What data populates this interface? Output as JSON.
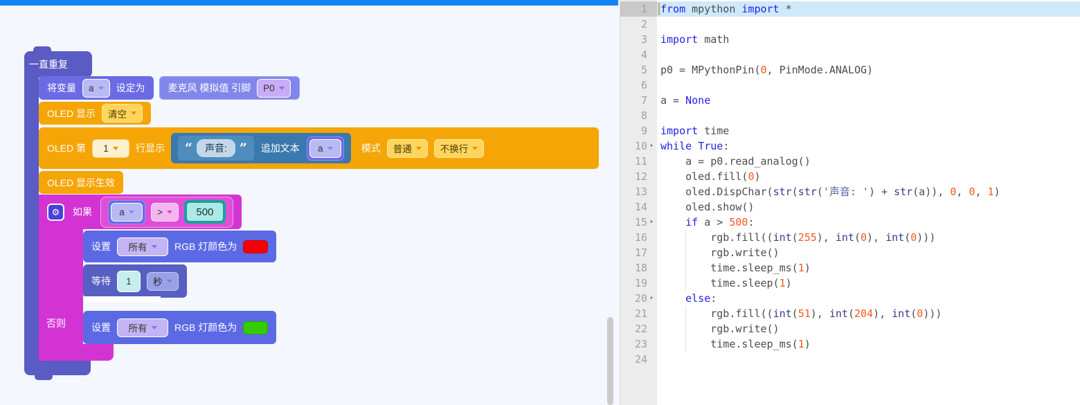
{
  "colors": {
    "accent_blue": "#1484ee",
    "led_red": "#f50000",
    "led_green": "#33cc00"
  },
  "workspace": {
    "repeat": {
      "label": "一直重复"
    },
    "set_var": {
      "prefix": "将变量",
      "var": "a",
      "suffix": "设定为"
    },
    "mic": {
      "label": "麦克风 模拟值 引脚",
      "pin": "P0"
    },
    "oled_clear": {
      "label": "OLED 显示",
      "mode": "清空"
    },
    "oled_line": {
      "prefix": "OLED 第",
      "line_no": "1",
      "mid": "行显示",
      "open_quote": "“",
      "string_value": "声音:",
      "close_quote": "”",
      "append_label": "追加文本",
      "append_var": "a",
      "mode_label": "模式",
      "mode_value": "普通",
      "wrap_value": "不换行"
    },
    "oled_show": {
      "label": "OLED 显示生效"
    },
    "if_block": {
      "gear_icon": "⚙",
      "if_label": "如果",
      "else_label": "否则",
      "cond_var": "a",
      "cond_op": ">",
      "cond_value": "500"
    },
    "rgb_red": {
      "set_label": "设置",
      "target": "所有",
      "label": "RGB 灯颜色为",
      "color": "#f50000"
    },
    "wait": {
      "label": "等待",
      "value": "1",
      "unit": "秒"
    },
    "rgb_green": {
      "set_label": "设置",
      "target": "所有",
      "label": "RGB 灯颜色为",
      "color": "#33cc00"
    }
  },
  "editor": {
    "active_line": 1,
    "lines": [
      {
        "n": 1,
        "tokens": [
          [
            "kw",
            "from"
          ],
          [
            "pl",
            " mpython "
          ],
          [
            "kw",
            "import"
          ],
          [
            "pl",
            " *"
          ]
        ]
      },
      {
        "n": 2,
        "tokens": []
      },
      {
        "n": 3,
        "tokens": [
          [
            "kw",
            "import"
          ],
          [
            "pl",
            " math"
          ]
        ]
      },
      {
        "n": 4,
        "tokens": []
      },
      {
        "n": 5,
        "tokens": [
          [
            "pl",
            "p0 = MPythonPin("
          ],
          [
            "num",
            "0"
          ],
          [
            "pl",
            ", PinMode.ANALOG)"
          ]
        ]
      },
      {
        "n": 6,
        "tokens": []
      },
      {
        "n": 7,
        "tokens": [
          [
            "pl",
            "a = "
          ],
          [
            "kw",
            "None"
          ]
        ]
      },
      {
        "n": 8,
        "tokens": []
      },
      {
        "n": 9,
        "tokens": [
          [
            "kw",
            "import"
          ],
          [
            "pl",
            " time"
          ]
        ]
      },
      {
        "n": 10,
        "fold": true,
        "tokens": [
          [
            "kw",
            "while"
          ],
          [
            "pl",
            " "
          ],
          [
            "kw",
            "True"
          ],
          [
            "pl",
            ":"
          ]
        ]
      },
      {
        "n": 11,
        "tokens": [
          [
            "pl",
            "    a = p0.read_analog()"
          ]
        ]
      },
      {
        "n": 12,
        "tokens": [
          [
            "pl",
            "    oled.fill("
          ],
          [
            "num",
            "0"
          ],
          [
            "pl",
            ")"
          ]
        ]
      },
      {
        "n": 13,
        "tokens": [
          [
            "pl",
            "    oled.DispChar("
          ],
          [
            "bi",
            "str"
          ],
          [
            "pl",
            "("
          ],
          [
            "bi",
            "str"
          ],
          [
            "pl",
            "("
          ],
          [
            "str",
            "'声音: '"
          ],
          [
            "pl",
            ") + "
          ],
          [
            "bi",
            "str"
          ],
          [
            "pl",
            "(a)), "
          ],
          [
            "num",
            "0"
          ],
          [
            "pl",
            ", "
          ],
          [
            "num",
            "0"
          ],
          [
            "pl",
            ", "
          ],
          [
            "num",
            "1"
          ],
          [
            "pl",
            ")"
          ]
        ]
      },
      {
        "n": 14,
        "tokens": [
          [
            "pl",
            "    oled.show()"
          ]
        ]
      },
      {
        "n": 15,
        "fold": true,
        "tokens": [
          [
            "pl",
            "    "
          ],
          [
            "kw",
            "if"
          ],
          [
            "pl",
            " a > "
          ],
          [
            "num",
            "500"
          ],
          [
            "pl",
            ":"
          ]
        ]
      },
      {
        "n": 16,
        "guide": true,
        "tokens": [
          [
            "pl",
            "        rgb.fill(("
          ],
          [
            "bi",
            "int"
          ],
          [
            "pl",
            "("
          ],
          [
            "num",
            "255"
          ],
          [
            "pl",
            "), "
          ],
          [
            "bi",
            "int"
          ],
          [
            "pl",
            "("
          ],
          [
            "num",
            "0"
          ],
          [
            "pl",
            "), "
          ],
          [
            "bi",
            "int"
          ],
          [
            "pl",
            "("
          ],
          [
            "num",
            "0"
          ],
          [
            "pl",
            ")))"
          ]
        ]
      },
      {
        "n": 17,
        "guide": true,
        "tokens": [
          [
            "pl",
            "        rgb.write()"
          ]
        ]
      },
      {
        "n": 18,
        "guide": true,
        "tokens": [
          [
            "pl",
            "        time.sleep_ms("
          ],
          [
            "num",
            "1"
          ],
          [
            "pl",
            ")"
          ]
        ]
      },
      {
        "n": 19,
        "guide": true,
        "tokens": [
          [
            "pl",
            "        time.sleep("
          ],
          [
            "num",
            "1"
          ],
          [
            "pl",
            ")"
          ]
        ]
      },
      {
        "n": 20,
        "fold": true,
        "tokens": [
          [
            "pl",
            "    "
          ],
          [
            "kw",
            "else"
          ],
          [
            "pl",
            ":"
          ]
        ]
      },
      {
        "n": 21,
        "guide": true,
        "tokens": [
          [
            "pl",
            "        rgb.fill(("
          ],
          [
            "bi",
            "int"
          ],
          [
            "pl",
            "("
          ],
          [
            "num",
            "51"
          ],
          [
            "pl",
            "), "
          ],
          [
            "bi",
            "int"
          ],
          [
            "pl",
            "("
          ],
          [
            "num",
            "204"
          ],
          [
            "pl",
            "), "
          ],
          [
            "bi",
            "int"
          ],
          [
            "pl",
            "("
          ],
          [
            "num",
            "0"
          ],
          [
            "pl",
            ")))"
          ]
        ]
      },
      {
        "n": 22,
        "guide": true,
        "tokens": [
          [
            "pl",
            "        rgb.write()"
          ]
        ]
      },
      {
        "n": 23,
        "guide": true,
        "tokens": [
          [
            "pl",
            "        time.sleep_ms("
          ],
          [
            "num",
            "1"
          ],
          [
            "pl",
            ")"
          ]
        ]
      },
      {
        "n": 24,
        "tokens": []
      }
    ]
  }
}
